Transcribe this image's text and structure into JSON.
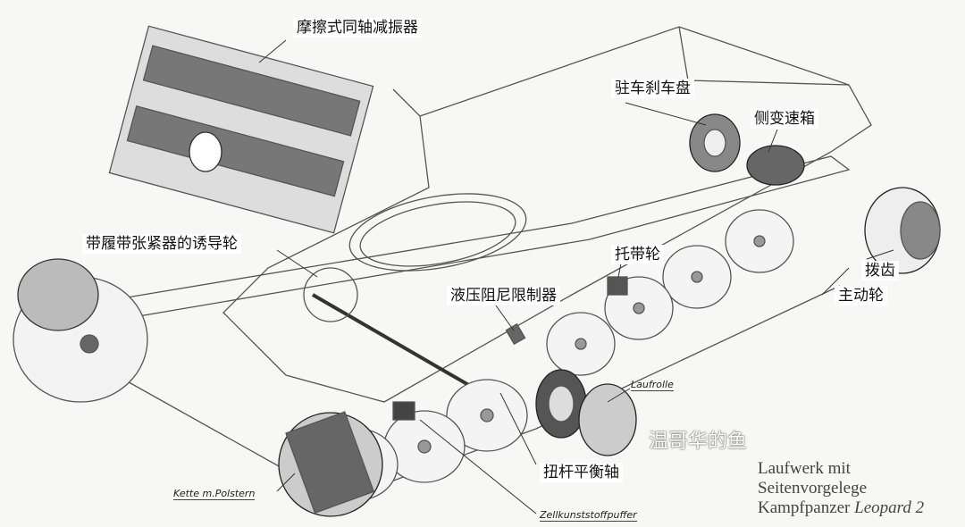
{
  "labels": {
    "friction_damper": "摩擦式同轴减振器",
    "parking_brake_disc": "驻车刹车盘",
    "side_gearbox": "侧变速箱",
    "idler_with_tensioner": "带履带张紧器的诱导轮",
    "return_roller": "托带轮",
    "hydraulic_limiter": "液压阻尼限制器",
    "sprocket_teeth": "拨齿",
    "drive_sprocket": "主动轮",
    "torsion_bar": "扭杆平衡轴"
  },
  "german_labels": {
    "road_wheel": "Laufrolle",
    "track_pads": "Kette m.Polstern",
    "foam_buffer": "Zellkunststoffpuffer"
  },
  "caption": {
    "line1": "Laufwerk mit",
    "line2": "Seitenvorgelege",
    "line3_a": "Kampfpanzer ",
    "line3_b": "Leopard 2"
  },
  "watermark": "温哥华的鱼"
}
